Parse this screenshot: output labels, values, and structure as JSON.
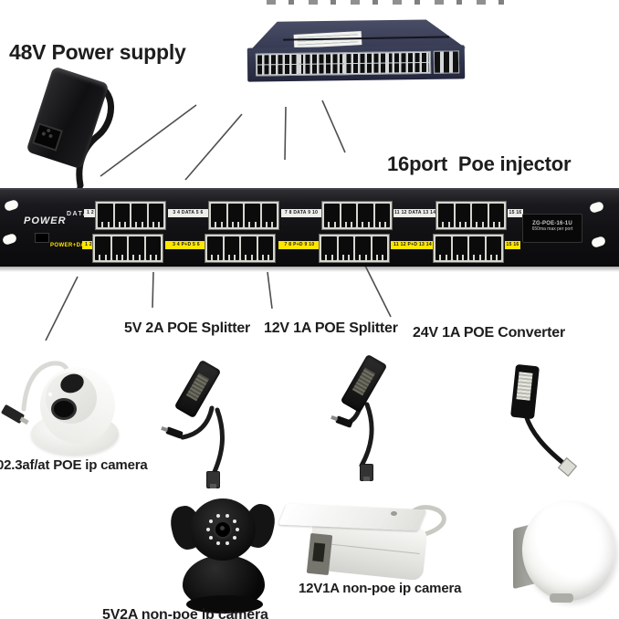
{
  "labels": {
    "power_supply": "48V Power supply",
    "injector": "16port  Poe injector",
    "splitter_5v": "5V 2A POE Splitter",
    "splitter_12v": "12V 1A POE Splitter",
    "converter_24v": "24V 1A POE Converter",
    "poe_camera": "02.3af/at POE ip camera",
    "camera_12v": "12V1A non-poe ip camera",
    "camera_5v": "5V2A non-poe ip camera"
  },
  "panel": {
    "power": "POWER",
    "data_row": "DATA",
    "power_data_row": "POWER+DATA",
    "chips_top": [
      "1 2",
      "3 4 DATA 5 6",
      "7 8 DATA 9 10",
      "11 12 DATA 13 14",
      "15 16"
    ],
    "chips_bottom": [
      "1 2",
      "3 4 P+D 5 6",
      "7 8 P+D 9 10",
      "11 12 P+D 13 14",
      "15 16"
    ],
    "model_line1": "ZG-POE-16-1U",
    "model_line2": "650ma max per port",
    "panel_color": "#121214",
    "chip_yellow": "#ffe600",
    "chip_white": "#ededea"
  }
}
